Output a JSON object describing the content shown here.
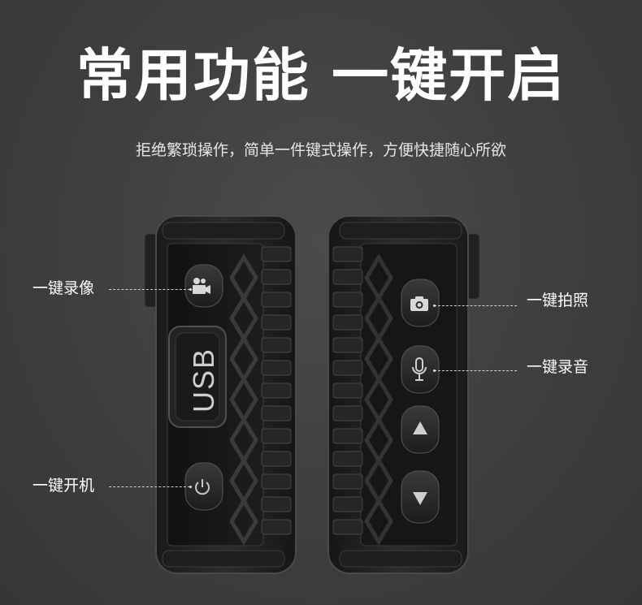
{
  "headline": "常用功能 一键开启",
  "subheadline": "拒绝繁琐操作，简单一件键式操作，方便快捷随心所欲",
  "device_left": {
    "usb_label": "USB",
    "callouts": {
      "video": "一键录像",
      "power": "一键开机"
    }
  },
  "device_right": {
    "callouts": {
      "photo": "一键拍照",
      "audio": "一键录音"
    }
  },
  "icons": [
    "video-camera-icon",
    "power-icon",
    "camera-icon",
    "microphone-icon",
    "up-arrow-icon",
    "down-arrow-icon"
  ]
}
